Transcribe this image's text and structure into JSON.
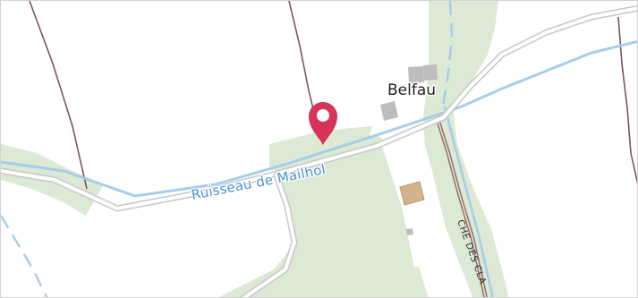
{
  "map": {
    "colors": {
      "background": "#ffffff",
      "vegetation": "#dce9d4",
      "road_casing": "#c7c7c7",
      "road_fill": "#ffffff",
      "stream": "#a6cdea",
      "stream_dashed": "#a6cdea",
      "boundary": "#7a5656",
      "track": "#8b6e66",
      "building": "#bdbdbd",
      "building_poi": "#d2b48c",
      "marker": "#d6325a"
    },
    "labels": {
      "place": "Belfau",
      "stream": "Ruisseau de Mailhol",
      "road": "CHE DES CLA"
    },
    "marker": {
      "icon": "map-pin-icon"
    }
  }
}
